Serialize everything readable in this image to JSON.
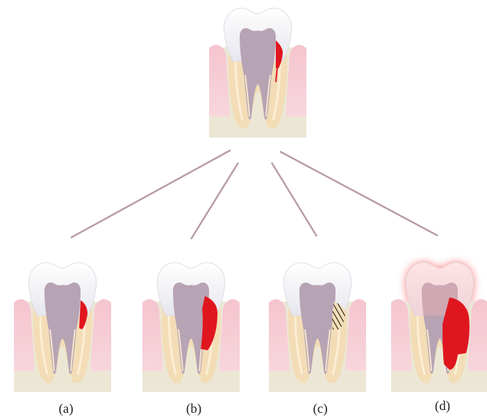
{
  "diagram": {
    "top_panel": {
      "name": "tooth-with-lesion"
    },
    "panels": [
      {
        "id": "a",
        "label": "(a)",
        "variant": "small-lesion"
      },
      {
        "id": "b",
        "label": "(b)",
        "variant": "extended-lesion"
      },
      {
        "id": "c",
        "label": "(c)",
        "variant": "hatched-region"
      },
      {
        "id": "d",
        "label": "(d)",
        "variant": "inflamed-large-lesion"
      }
    ],
    "colors": {
      "enamel": "#ffffff",
      "enamel_shade": "#e4e4ec",
      "dentin": "#f2deb8",
      "pulp": "#b5a2b3",
      "gum": "#f2bcc8",
      "bone": "#ebe6d4",
      "lesion": "#e0161f",
      "connector": "#b89aaa",
      "glow": "#ff4b4b"
    }
  }
}
